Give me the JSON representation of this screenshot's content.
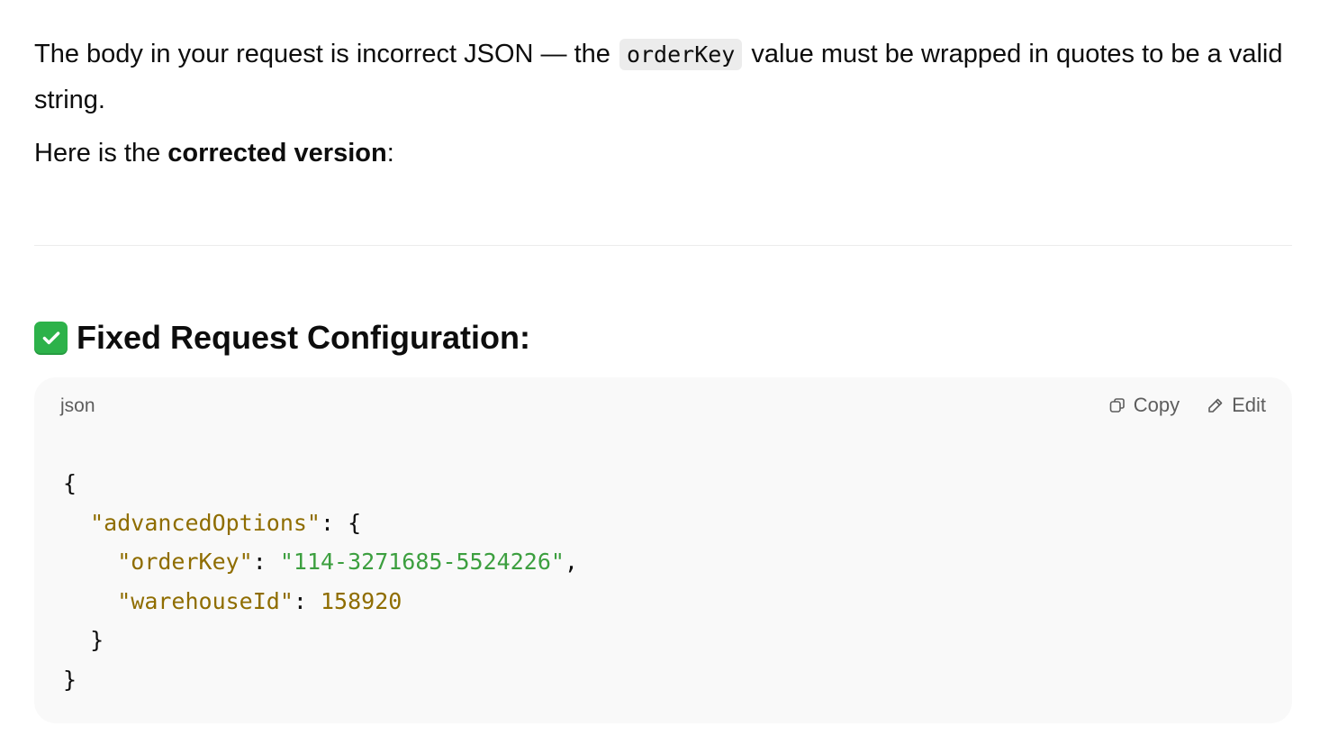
{
  "message": {
    "p1_before": "The body in your request is incorrect JSON — the ",
    "p1_code": "orderKey",
    "p1_after": " value must be wrapped in quotes to be a valid string.",
    "p2_before": "Here is the ",
    "p2_bold": "corrected version",
    "p2_after": ":"
  },
  "heading": {
    "icon": "check-mark-button-icon",
    "text": "Fixed Request Configuration:"
  },
  "code_block": {
    "language": "json",
    "copy_label": "Copy",
    "edit_label": "Edit",
    "lines": {
      "l1_open": "{",
      "l2_key": "\"advancedOptions\"",
      "l2_rest": ": {",
      "l3_key": "\"orderKey\"",
      "l3_colon": ": ",
      "l3_value": "\"114-3271685-5524226\"",
      "l3_comma": ",",
      "l4_key": "\"warehouseId\"",
      "l4_colon": ": ",
      "l4_value": "158920",
      "l5_close": "}",
      "l6_close": "}"
    }
  },
  "colors": {
    "json_key": "#8f6d00",
    "json_string": "#3c9f3f",
    "json_number": "#8f6d00",
    "check_bg": "#2db24a",
    "code_bg": "#f9f9f9"
  }
}
